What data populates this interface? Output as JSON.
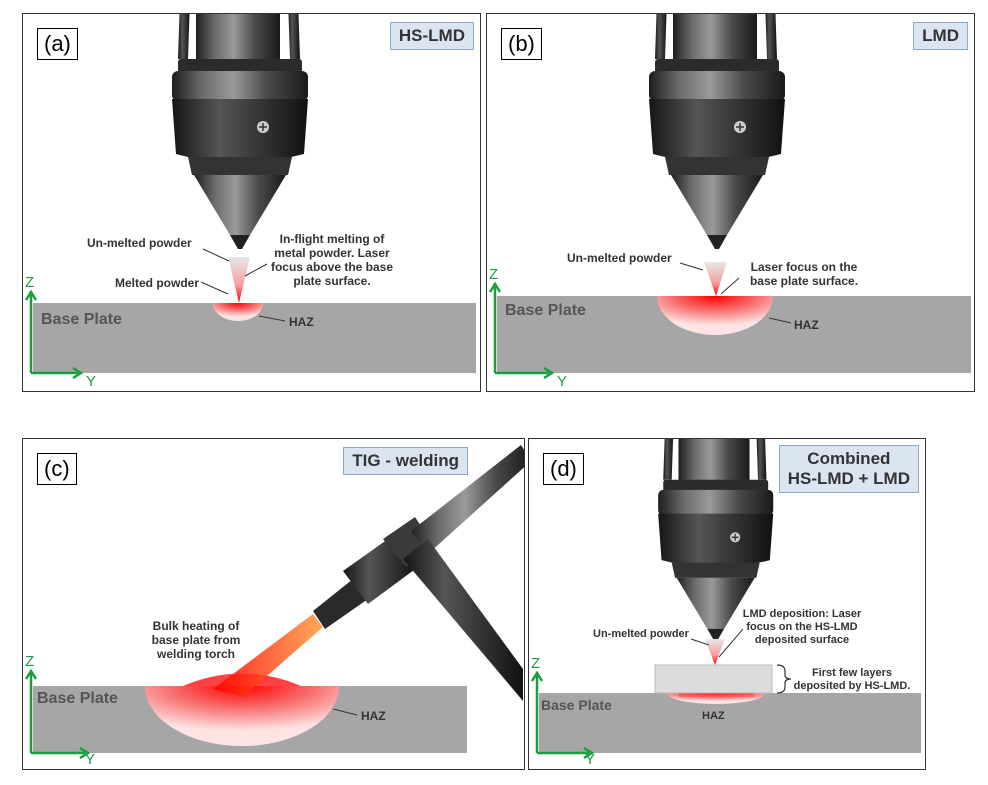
{
  "panels": {
    "a": {
      "label": "(a)",
      "tag": "HS-LMD",
      "ann_unmelted": "Un-melted powder",
      "ann_melted": "Melted powder",
      "ann_inflight": "In-flight melting of metal powder. Laser focus above the base plate surface.",
      "ann_haz": "HAZ",
      "base_plate": "Base Plate",
      "axis_z": "Z",
      "axis_y": "Y"
    },
    "b": {
      "label": "(b)",
      "tag": "LMD",
      "ann_unmelted": "Un-melted powder",
      "ann_focus": "Laser focus on the base plate surface.",
      "ann_haz": "HAZ",
      "base_plate": "Base Plate",
      "axis_z": "Z",
      "axis_y": "Y"
    },
    "c": {
      "label": "(c)",
      "tag": "TIG - welding",
      "ann_bulk": "Bulk heating of base plate from welding torch",
      "ann_haz": "HAZ",
      "base_plate": "Base Plate",
      "axis_z": "Z",
      "axis_y": "Y"
    },
    "d": {
      "label": "(d)",
      "tag_line1": "Combined",
      "tag_line2": "HS-LMD + LMD",
      "ann_unmelted": "Un-melted powder",
      "ann_lmd": "LMD deposition: Laser focus on the HS-LMD deposited surface",
      "ann_layers": "First few layers deposited by HS-LMD.",
      "ann_haz": "HAZ",
      "base_plate": "Base Plate",
      "axis_z": "Z",
      "axis_y": "Y"
    }
  },
  "colors": {
    "base_plate": "#a6a6a6",
    "axis": "#1a9e3f",
    "heat": "#ff1a1a",
    "tag_bg": "#dbe5f1"
  }
}
